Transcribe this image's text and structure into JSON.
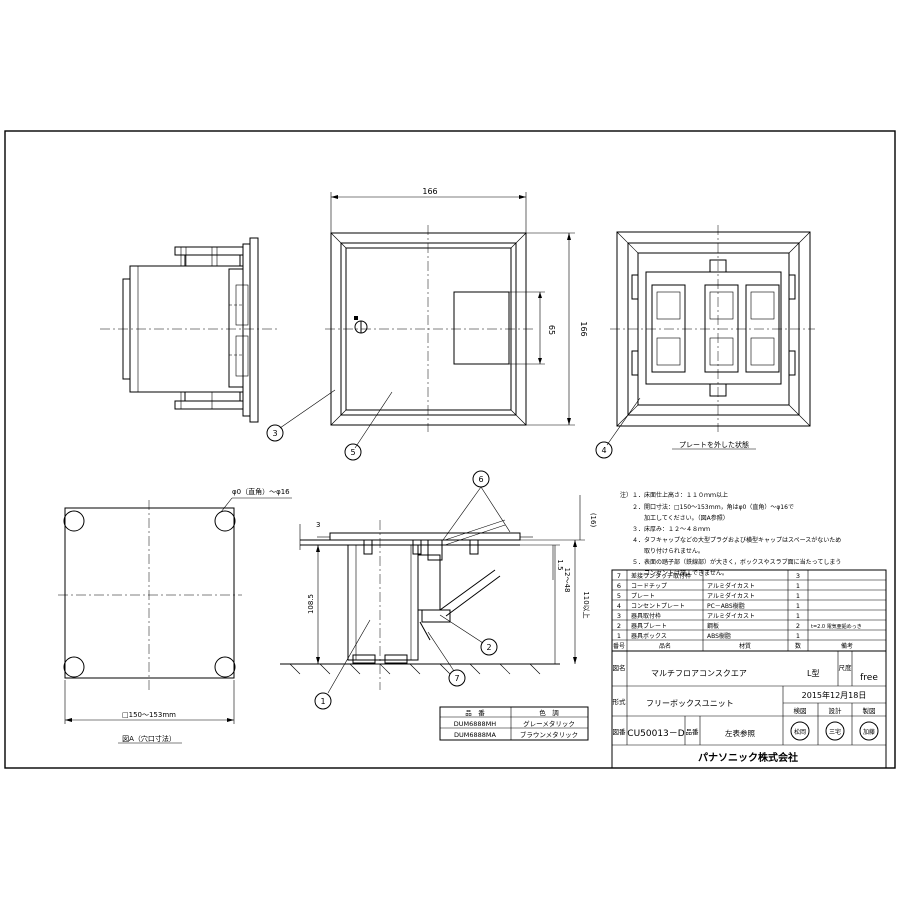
{
  "dimensions": {
    "front_width": "166",
    "front_height": "166",
    "window_height": "65",
    "cutout_corner": "φ0（直角）～φ16",
    "cutout_size": "□150～153mm",
    "top_3": "3",
    "top_16": "(16)",
    "dim_1_5": "1.5",
    "height_108_5": "108.5",
    "range_12_48": "12～48",
    "min_110": "110以上"
  },
  "captions": {
    "plate_removed": "プレートを外した状態",
    "figure_a": "図A（穴口寸法）"
  },
  "balloons": [
    "1",
    "2",
    "3",
    "4",
    "5",
    "6",
    "7"
  ],
  "notes": [
    "注）１．床面仕上高さ：１１０ｍｍ以上",
    "２．開口寸法：□150～153ｍｍ，角はφ0（直角）～φ16で",
    "加工してください。（図A参照）",
    "３．床厚み：１２～４８ｍｍ",
    "４．タフキャップなどの大型プラグおよび横型キャップはスペースがないため",
    "取り付けられません。",
    "５．表面の踏子部（鉄線部）が大きく，ボックスやスラブ面に当たってしまう",
    "コンセントは施工できません。"
  ],
  "parts_table": {
    "header": {
      "no": "番号",
      "name": "品名",
      "material": "材質",
      "qty": "数",
      "remarks": "備考"
    },
    "rows": [
      {
        "no": "7",
        "name": "差接ワンタッチ取付枠",
        "material": "",
        "qty": "3",
        "remarks": ""
      },
      {
        "no": "6",
        "name": "コードチップ",
        "material": "アルミダイカスト",
        "qty": "1",
        "remarks": ""
      },
      {
        "no": "5",
        "name": "プレート",
        "material": "アルミダイカスト",
        "qty": "1",
        "remarks": ""
      },
      {
        "no": "4",
        "name": "コンセントプレート",
        "material": "PC－ABS樹脂",
        "qty": "1",
        "remarks": ""
      },
      {
        "no": "3",
        "name": "器具取付枠",
        "material": "アルミダイカスト",
        "qty": "1",
        "remarks": ""
      },
      {
        "no": "2",
        "name": "器具プレート",
        "material": "鋼板",
        "qty": "2",
        "remarks": "t=2.0 電気亜鉛めっき"
      },
      {
        "no": "1",
        "name": "器具ボックス",
        "material": "ABS樹脂",
        "qty": "1",
        "remarks": ""
      }
    ]
  },
  "title_block": {
    "name_label": "図名",
    "name": "マルチフロアコンスクエア",
    "name_type": "L型",
    "scale_label": "尺度",
    "scale": "free",
    "type_label": "形式",
    "type": "フリーボックスユニット",
    "date": "2015年12月18日",
    "check_labels": [
      "検図",
      "設計",
      "製図"
    ],
    "stamps": [
      "松岡",
      "三宅",
      "加藤"
    ],
    "drawing_no_label": "図番",
    "drawing_no": "CU50013－D",
    "product_no_label": "品番",
    "product_no": "左表参照",
    "company": "パナソニック株式会社"
  },
  "color_table": {
    "header": {
      "product": "品　番",
      "color": "色　調"
    },
    "rows": [
      {
        "product": "DUM6888MH",
        "color": "グレーメタリック"
      },
      {
        "product": "DUM6888MA",
        "color": "ブラウンメタリック"
      }
    ]
  }
}
